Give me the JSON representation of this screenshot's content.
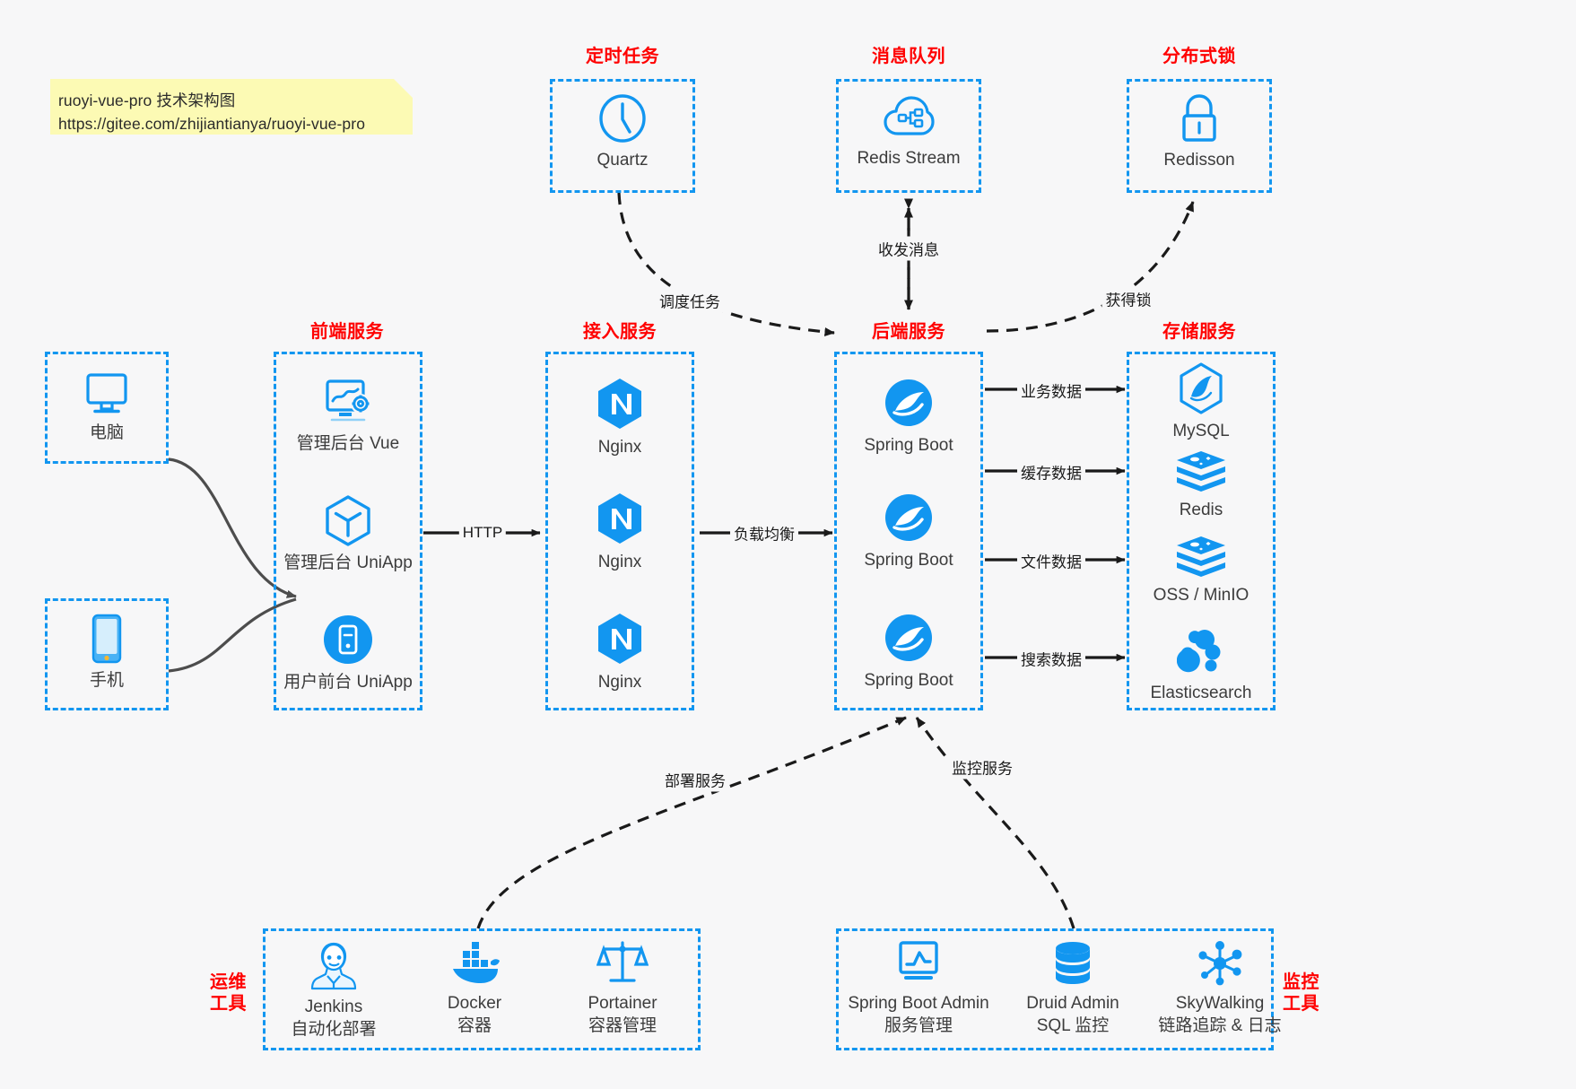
{
  "meta": {
    "accent_blue": "#1296f0",
    "caption_red": "#ff0000",
    "note_yellow": "#fcfab4",
    "background": "#f7f7f8",
    "wire_dark": "#1a1a1a",
    "wire_gray": "#555555"
  },
  "note": {
    "line1": "ruoyi-vue-pro 技术架构图",
    "line2": "https://gitee.com/zhijiantianya/ruoyi-vue-pro"
  },
  "captions": {
    "scheduled_task": "定时任务",
    "message_queue": "消息队列",
    "distributed_lock": "分布式锁",
    "frontend_service": "前端服务",
    "gateway_service": "接入服务",
    "backend_service": "后端服务",
    "storage_service": "存储服务",
    "devops_tools_l1": "运维",
    "devops_tools_l2": "工具",
    "monitor_tools_l1": "监控",
    "monitor_tools_l2": "工具"
  },
  "clients": [
    {
      "label": "电脑",
      "icon": "desktop-computer-icon"
    },
    {
      "label": "手机",
      "icon": "mobile-phone-icon"
    }
  ],
  "scheduled_task": [
    {
      "label": "Quartz",
      "icon": "clock-icon"
    }
  ],
  "message_queue": [
    {
      "label": "Redis Stream",
      "icon": "cloud-stream-icon"
    }
  ],
  "distributed_lock": [
    {
      "label": "Redisson",
      "icon": "padlock-icon"
    }
  ],
  "frontend_service": [
    {
      "label": "管理后台 Vue",
      "icon": "dashboard-gear-icon"
    },
    {
      "label": "管理后台 UniApp",
      "icon": "uniapp-cube-icon"
    },
    {
      "label": "用户前台 UniApp",
      "icon": "mobile-app-icon"
    }
  ],
  "gateway_service": [
    {
      "label": "Nginx",
      "icon": "nginx-icon"
    },
    {
      "label": "Nginx",
      "icon": "nginx-icon"
    },
    {
      "label": "Nginx",
      "icon": "nginx-icon"
    }
  ],
  "backend_service": [
    {
      "label": "Spring Boot",
      "icon": "spring-boot-icon"
    },
    {
      "label": "Spring Boot",
      "icon": "spring-boot-icon"
    },
    {
      "label": "Spring Boot",
      "icon": "spring-boot-icon"
    }
  ],
  "storage_service": [
    {
      "label": "MySQL",
      "icon": "mysql-dolphin-icon"
    },
    {
      "label": "Redis",
      "icon": "redis-stack-icon"
    },
    {
      "label": "OSS / MinIO",
      "icon": "object-storage-icon"
    },
    {
      "label": "Elasticsearch",
      "icon": "elasticsearch-icon"
    }
  ],
  "devops_tools": [
    {
      "label": "Jenkins",
      "sub": "自动化部署",
      "icon": "jenkins-butler-icon"
    },
    {
      "label": "Docker",
      "sub": "容器",
      "icon": "docker-whale-icon"
    },
    {
      "label": "Portainer",
      "sub": "容器管理",
      "icon": "portainer-scales-icon"
    }
  ],
  "monitor_tools": [
    {
      "label": "Spring Boot Admin",
      "sub": "服务管理",
      "icon": "monitor-chart-icon"
    },
    {
      "label": "Druid Admin",
      "sub": "SQL 监控",
      "icon": "database-stack-icon"
    },
    {
      "label": "SkyWalking",
      "sub": "链路追踪 & 日志",
      "icon": "skywalking-nodes-icon"
    }
  ],
  "edges": {
    "http": "HTTP",
    "load_balance": "负载均衡",
    "schedule_task": "调度任务",
    "send_receive_message": "收发消息",
    "acquire_lock": "获得锁",
    "business_data": "业务数据",
    "cache_data": "缓存数据",
    "file_data": "文件数据",
    "search_data": "搜索数据",
    "deploy_service": "部署服务",
    "monitor_service": "监控服务"
  }
}
